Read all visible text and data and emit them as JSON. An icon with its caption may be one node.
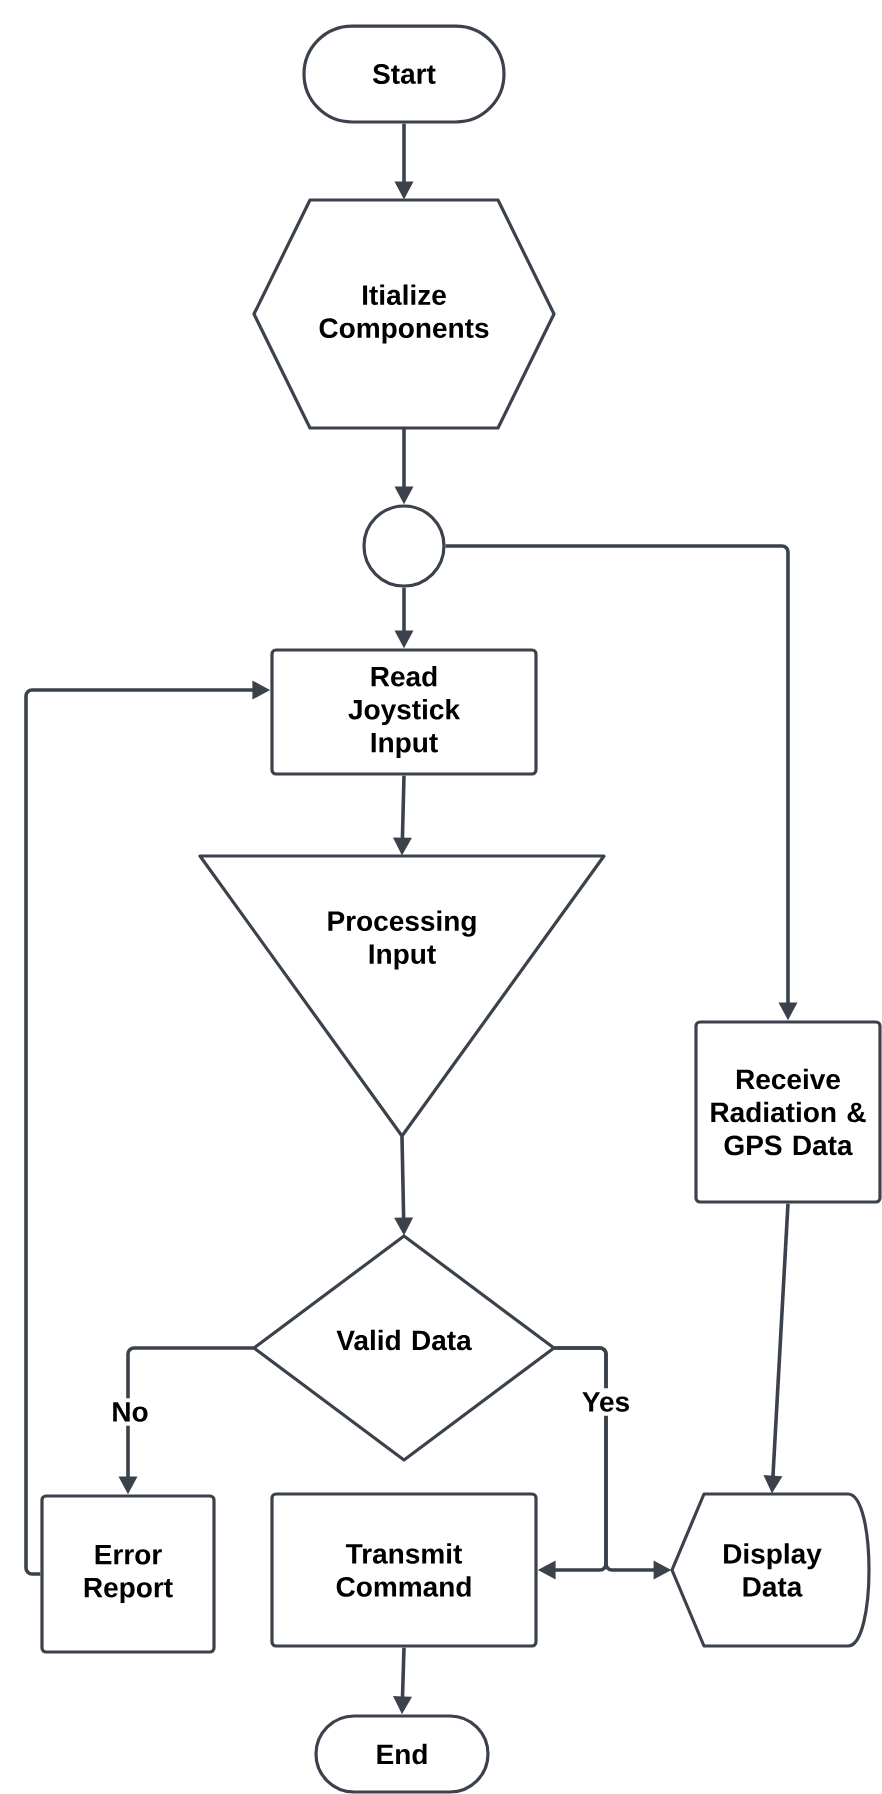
{
  "diagram": {
    "nodes": [
      {
        "text": [
          "Start"
        ]
      },
      {
        "text": [
          "Itialize Components"
        ]
      },
      {
        "text": [],
        "shape": "circle"
      },
      {
        "text": [
          "Read Joystick Input"
        ]
      },
      {
        "text": [
          "Processing Input"
        ]
      },
      {
        "text": [
          "Valid Data"
        ]
      },
      {
        "text": [
          "Receive Radiation & GPS Data"
        ]
      },
      {
        "text": [
          "Error Report"
        ]
      },
      {
        "text": [
          "Transmit Command"
        ]
      },
      {
        "text": [
          "Display Data"
        ]
      },
      {
        "text": [
          "End"
        ]
      }
    ],
    "edges": [
      {
        "from": 0,
        "to": 1,
        "arrow": "to"
      },
      {
        "from": 1,
        "to": 2,
        "arrow": "to"
      },
      {
        "from": 2,
        "to": 3,
        "arrow": "to"
      },
      {
        "from": 2,
        "to": 6,
        "arrow": "to"
      },
      {
        "from": 3,
        "to": 4,
        "arrow": "to"
      },
      {
        "from": 4,
        "to": 5,
        "arrow": "to"
      },
      {
        "from": 5,
        "to": 7,
        "arrow": "to",
        "label": "No"
      },
      {
        "from": 5,
        "to": 8,
        "arrow": "to",
        "label": "Yes"
      },
      {
        "from": 5,
        "to": 9,
        "arrow": "to"
      },
      {
        "from": 6,
        "to": 9,
        "arrow": "to"
      },
      {
        "from": 7,
        "to": 3,
        "arrow": "to"
      },
      {
        "from": 8,
        "to": 10,
        "arrow": "to"
      }
    ]
  }
}
